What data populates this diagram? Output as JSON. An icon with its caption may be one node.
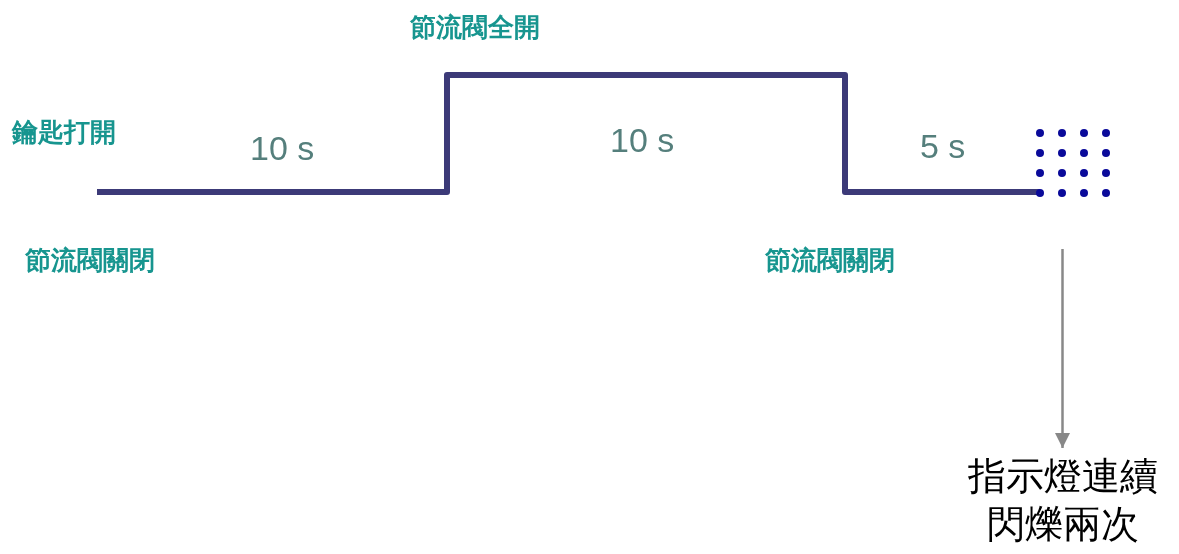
{
  "diagram": {
    "nodes": [
      {
        "text": [],
        "shape": "dots"
      },
      {
        "text": [
          "指示燈連續閃爍兩次"
        ]
      }
    ],
    "edges": [
      {
        "from": 0,
        "to": 1,
        "arrow": "to"
      }
    ],
    "labels": [
      "節流閥全開",
      "鑰匙打開",
      "10 s",
      "10 s",
      "5 s",
      "節流閥關閉",
      "節流閥關閉"
    ]
  }
}
